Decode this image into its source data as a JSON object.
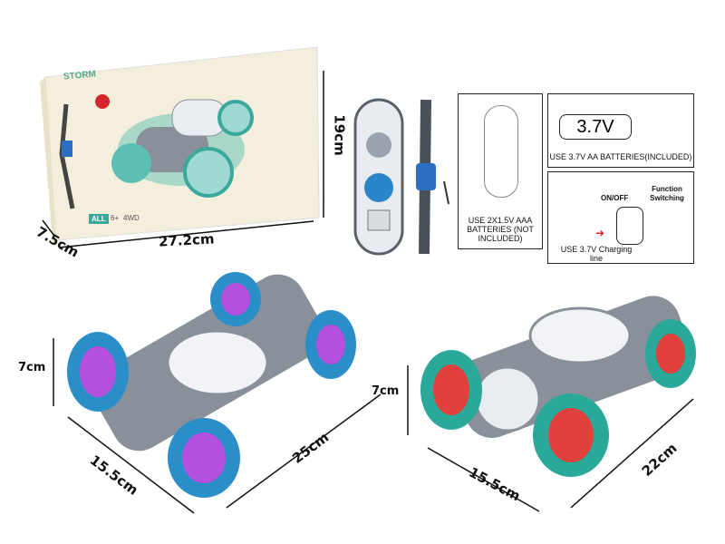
{
  "box": {
    "brand_text": "STORM",
    "badge": "ALL",
    "age": "6+",
    "drive": "4WD",
    "width_label": "27.2cm",
    "height_label": "19cm",
    "depth_label": "7.5cm"
  },
  "panels": {
    "remote_battery": "USE 2X1.5V AAA BATTERIES (NOT INCLUDED)",
    "battery_voltage": "3.7V",
    "battery_note": "USE 3.7V AA BATTERIES(INCLUDED)",
    "on_off": "ON/OFF",
    "function_switching": "Function Switching",
    "charging_note": "USE 3.7V Charging line"
  },
  "car_blue": {
    "height_label": "7cm",
    "width_label": "15.5cm",
    "length_label": "25cm",
    "colors": {
      "wheel": "#2a8fc9",
      "light": "#b44fe0"
    }
  },
  "car_green": {
    "height_label": "7cm",
    "width_label": "15.5cm",
    "length_label": "22cm",
    "colors": {
      "wheel": "#2aa89a",
      "light": "#e0413c"
    }
  }
}
